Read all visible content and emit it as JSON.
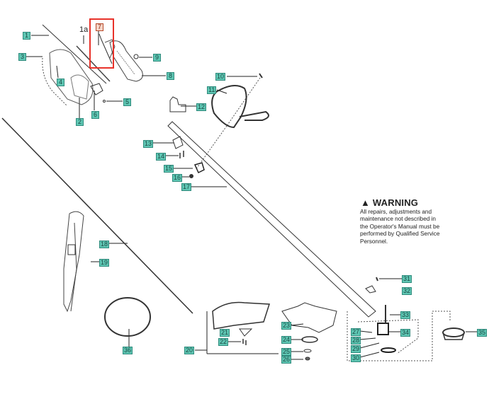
{
  "diagram": {
    "title": "String trimmer parts breakdown",
    "highlighted_part": "7",
    "colors": {
      "callout_fill": "#5fc7b4",
      "callout_border": "#2f8a7c",
      "highlight": "#e8322a",
      "line": "#333333"
    },
    "callouts": [
      {
        "id": "1",
        "label": "1"
      },
      {
        "id": "1a",
        "label": "1a"
      },
      {
        "id": "2",
        "label": "2"
      },
      {
        "id": "3",
        "label": "3"
      },
      {
        "id": "4",
        "label": "4"
      },
      {
        "id": "5",
        "label": "5"
      },
      {
        "id": "6",
        "label": "6"
      },
      {
        "id": "7",
        "label": "7"
      },
      {
        "id": "8",
        "label": "8"
      },
      {
        "id": "9",
        "label": "9"
      },
      {
        "id": "10",
        "label": "10"
      },
      {
        "id": "11",
        "label": "11"
      },
      {
        "id": "12",
        "label": "12"
      },
      {
        "id": "13",
        "label": "13"
      },
      {
        "id": "14",
        "label": "14"
      },
      {
        "id": "15",
        "label": "15"
      },
      {
        "id": "16",
        "label": "16"
      },
      {
        "id": "17",
        "label": "17"
      },
      {
        "id": "18",
        "label": "18"
      },
      {
        "id": "19",
        "label": "19"
      },
      {
        "id": "20",
        "label": "20"
      },
      {
        "id": "21",
        "label": "21"
      },
      {
        "id": "22",
        "label": "22"
      },
      {
        "id": "23",
        "label": "23"
      },
      {
        "id": "24",
        "label": "24"
      },
      {
        "id": "25",
        "label": "25"
      },
      {
        "id": "26",
        "label": "26"
      },
      {
        "id": "27",
        "label": "27"
      },
      {
        "id": "28",
        "label": "28"
      },
      {
        "id": "29",
        "label": "29"
      },
      {
        "id": "30",
        "label": "30"
      },
      {
        "id": "31",
        "label": "31"
      },
      {
        "id": "32",
        "label": "32"
      },
      {
        "id": "33",
        "label": "33"
      },
      {
        "id": "34",
        "label": "34"
      },
      {
        "id": "35",
        "label": "35"
      },
      {
        "id": "36",
        "label": "36"
      }
    ]
  },
  "warning": {
    "icon": "warning-triangle-icon",
    "title": "WARNING",
    "lines": [
      "All repairs, adjustments and",
      "maintenance not described in",
      "the Operator's Manual must be",
      "performed by Qualified Service",
      "Personnel."
    ]
  }
}
